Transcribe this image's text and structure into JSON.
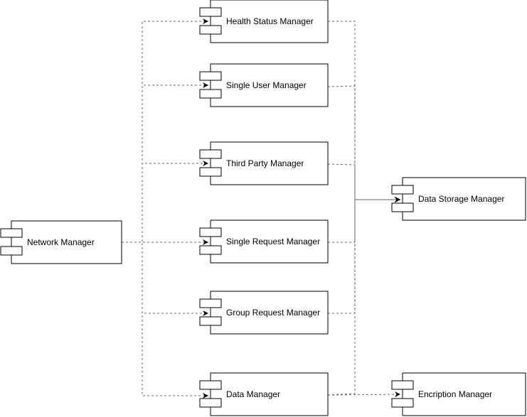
{
  "components": {
    "health_status": "Health Status Manager",
    "single_user": "Single User Manager",
    "third_party": "Third Party Manager",
    "single_request": "Single Request Manager",
    "group_request": "Group Request Manager",
    "data_manager": "Data Manager",
    "network": "Network Manager",
    "data_storage": "Data Storage Manager",
    "encription": "Encription Manager"
  },
  "style": {
    "stroke": "#000000",
    "dashed_stroke": "#666666",
    "fill": "#ffffff"
  }
}
